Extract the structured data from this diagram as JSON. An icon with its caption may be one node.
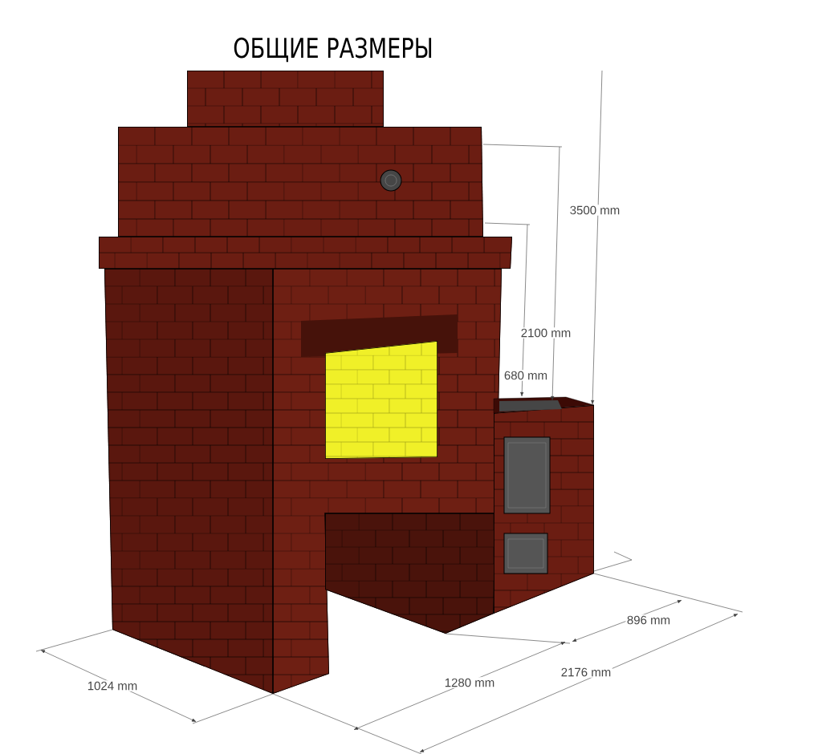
{
  "diagram": {
    "title": "ОБЩИЕ РАЗМЕРЫ",
    "labels": [
      "3500 mm",
      "2100 mm",
      "680 mm",
      "896 mm",
      "2176 mm",
      "1280 mm",
      "1024 mm"
    ]
  }
}
